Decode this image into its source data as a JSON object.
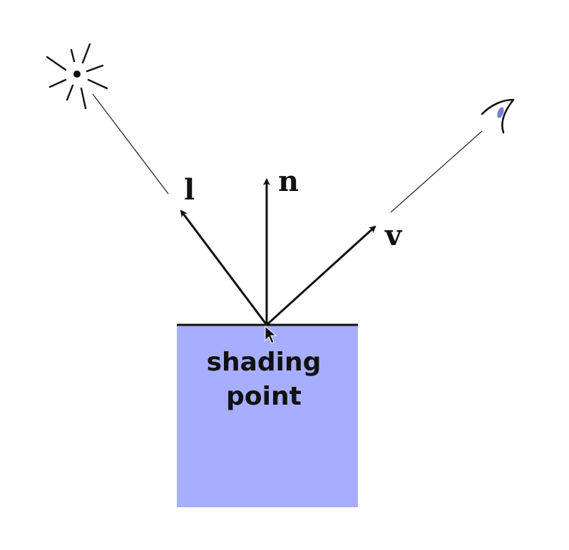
{
  "colors": {
    "surface_fill": "#a8aeff",
    "surface_edge": "#111111",
    "vector": "#111111",
    "guide_line": "#333333",
    "eye_iris": "#7a7fd0"
  },
  "vectors": {
    "light": {
      "label": "l"
    },
    "normal": {
      "label": "n"
    },
    "view": {
      "label": "v"
    }
  },
  "surface": {
    "label_line1": "shading",
    "label_line2": "point"
  },
  "icons": {
    "light_source": "light-source-icon",
    "eye": "eye-icon",
    "cursor": "mouse-cursor-icon"
  }
}
